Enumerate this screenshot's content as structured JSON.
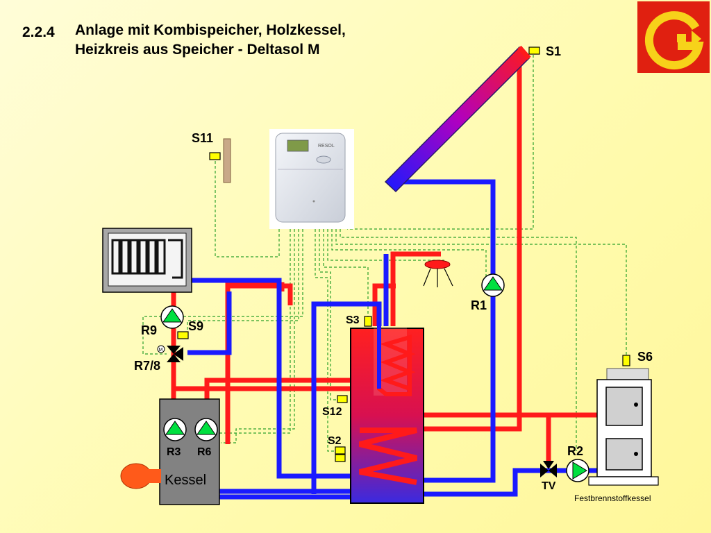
{
  "title": {
    "number": "2.2.4",
    "line1": "Anlage mit Kombispeicher, Holzkessel,",
    "line2": "Heizkreis aus Speicher - Deltasol M"
  },
  "labels": {
    "s1": "S1",
    "s11": "S11",
    "s9": "S9",
    "s3": "S3",
    "s12": "S12",
    "s2": "S2",
    "s6": "S6",
    "r1": "R1",
    "r9": "R9",
    "r78": "R7/8",
    "r3": "R3",
    "r6": "R6",
    "r2": "R2",
    "tv": "TV",
    "m": "M",
    "kessel": "Kessel",
    "festbrennstoffkessel": "Festbrennstoffkessel",
    "controller_brand": "RESOL"
  },
  "colors": {
    "hot": "#ff1a1a",
    "cold": "#1a1aff",
    "signal": "#2aa02a",
    "pump": "#00e040",
    "sensor": "#ffff00",
    "logo_bg": "#e02010",
    "logo_fg": "#f7d21a"
  }
}
